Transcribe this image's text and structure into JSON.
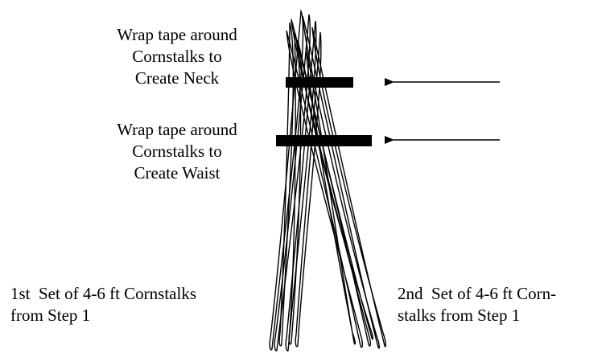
{
  "labels": {
    "neck": {
      "lines": [
        "Wrap tape around",
        "Cornstalks to",
        "Create Neck"
      ]
    },
    "waist": {
      "lines": [
        "Wrap tape around",
        "Cornstalks to",
        "Create Waist"
      ]
    },
    "first_set": {
      "lines": [
        "1st  Set of 4-6 ft Cornstalks",
        "from Step 1"
      ]
    },
    "second_set": {
      "lines": [
        "2nd  Set of 4-6 ft Corn-",
        "stalks from Step 1"
      ]
    }
  },
  "colors": {
    "stroke": "#000000",
    "tape": "#000000",
    "background": "#ffffff"
  }
}
